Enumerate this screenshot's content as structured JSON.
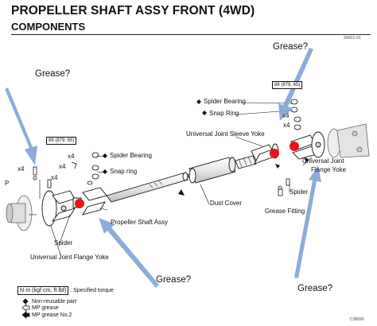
{
  "header": {
    "title": "PROPELLER SHAFT ASSY FRONT (4WD)",
    "subtitle": "COMPONENTS",
    "figure_code": "S6621-01"
  },
  "labels": {
    "spider_bearing_right": "Spider Bearing",
    "snap_ring_right": "Snap Ring",
    "uj_sleeve_yoke": "Universal Joint Sleeve Yoke",
    "spider_bearing_left": "Spider Bearing",
    "snap_ring_left": "Snap ring",
    "dust_cover": "Dust Cover",
    "propeller_shaft_assy": "Propeller Shaft Assy",
    "spider_left": "Spider",
    "spider_right": "Spider",
    "grease_fitting": "Grease Fitting",
    "uj_flange_yoke_left": "Universal Joint Flange Yoke",
    "uj_flange_yoke_right_1": "Universal Joint",
    "uj_flange_yoke_right_2": "Flange Yoke",
    "qty_x4": "x4",
    "panel_letter": "P"
  },
  "torque": {
    "left": "88 (879, 65)",
    "right": "88 (879, 65)"
  },
  "annotations": {
    "grease_top_left": "Grease?",
    "grease_top_right": "Grease?",
    "grease_bottom_center": "Grease?",
    "grease_bottom_right": "Grease?"
  },
  "legend": {
    "unit": "N·m (kgf·cm, ft·lbf)",
    "unit_desc": ": Specified torque",
    "non_reusable": "Non-reusable part",
    "mp_grease": "MP grease",
    "mp_grease_2": "MP grease No.2",
    "drawing_code": "C38693"
  },
  "colors": {
    "arrow_blue": "#7fa3d6",
    "marker_red": "#e8141b",
    "line": "#111111"
  },
  "icons": {
    "non_reusable": "filled-diamond-icon",
    "mp_grease": "hollow-arrow-icon",
    "mp_grease_2": "solid-arrow-icon"
  }
}
